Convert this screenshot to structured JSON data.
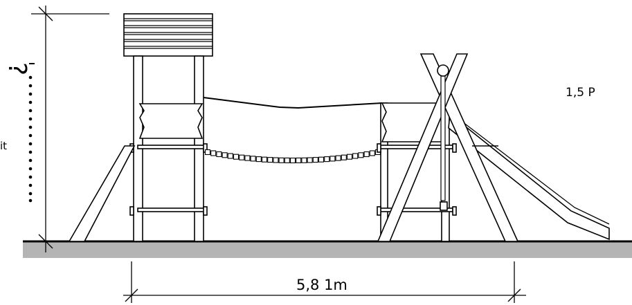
{
  "drawing": {
    "span_label": "5,8 1m",
    "capacity_label": "1,5 P",
    "unknown_height_mark": "?",
    "left_cut_text": "it"
  },
  "colors": {
    "ink": "#000000",
    "ground": "#b4b4b4"
  }
}
